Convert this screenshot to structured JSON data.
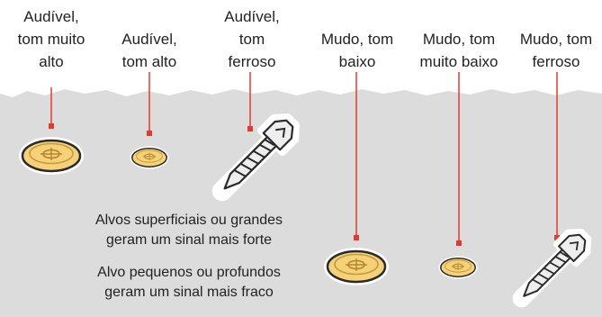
{
  "colors": {
    "ground": "#dcdcdc",
    "marker": "#e23b2e",
    "coin_fill": "#f5d27a",
    "coin_stroke": "#2a2a2a",
    "text": "#222222"
  },
  "labels": {
    "surface_large_coin": "Audível,\ntom muito\nalto",
    "surface_small_coin": "Audível,\ntom alto",
    "surface_screw": "Audível,\ntom\nferroso",
    "deep_large_coin": "Mudo, tom\nbaixo",
    "deep_small_coin": "Mudo, tom\nmuito baixo",
    "deep_screw": "Mudo, tom\nferroso"
  },
  "notes": {
    "strong_signal": "Alvos superficiais ou grandes\ngeram um sinal mais forte",
    "weak_signal": "Alvo pequenos ou profundos\ngeram um sinal mais fraco"
  },
  "icons": {
    "coin": "coin-icon",
    "screw": "screw-icon"
  }
}
